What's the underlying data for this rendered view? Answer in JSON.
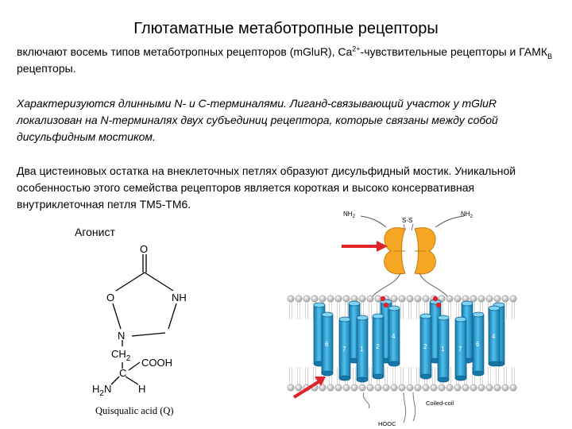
{
  "title": "Глютаматные метаботропные рецепторы",
  "para1": {
    "a": "включают восемь типов метаботропных рецепторов (mGluR), Ca",
    "sup": "2+",
    "b": "-чувствительные рецепторы и ГАМК",
    "sub": "B",
    "c": " рецепторы."
  },
  "para2": "Характеризуются длинными N- и С-терминалями. Лиганд-связывающий участок у mGluR локализован на N-терминалях двух субъединиц рецептора, которые связаны между собой дисульфидным мостиком.",
  "para3": "Два цистеиновых остатка на внеклеточных петлях образуют дисульфидный мостик. Уникальной особенностью этого семейства рецепторов является короткая и высоко консервативная внутриклеточная петля ТМ5-ТМ6.",
  "agonist_label": "Агонист",
  "molecule": {
    "atom_o": "O",
    "atom_o_ring": "O",
    "atom_nh": "NH",
    "atom_n": "N",
    "ch2": "CH",
    "ch2_sub": "2",
    "atom_c": "C",
    "cooh": "COOH",
    "h2": "H",
    "h2_sub": "2",
    "n_amine": "N",
    "atom_h": "H",
    "name": "Quisqualic acid (Q)"
  },
  "receptor": {
    "nh2_left": "NH",
    "nh2_right": "NH",
    "nh2_sub": "2",
    "ss": "S-S",
    "helices_left": [
      "6",
      "7",
      "1",
      "2",
      "4"
    ],
    "helices_right": [
      "2",
      "1",
      "7",
      "6",
      "4"
    ],
    "coiled_coil": "Coiled-coil",
    "hooc": "HOOC",
    "colors": {
      "lobe": "#f5a623",
      "lobe_inner": "#f7c95c",
      "helix": "#2aa0d8",
      "helix_dark": "#1678a8",
      "lipid": "#cfcfcf",
      "arrow": "#e0242a"
    }
  }
}
